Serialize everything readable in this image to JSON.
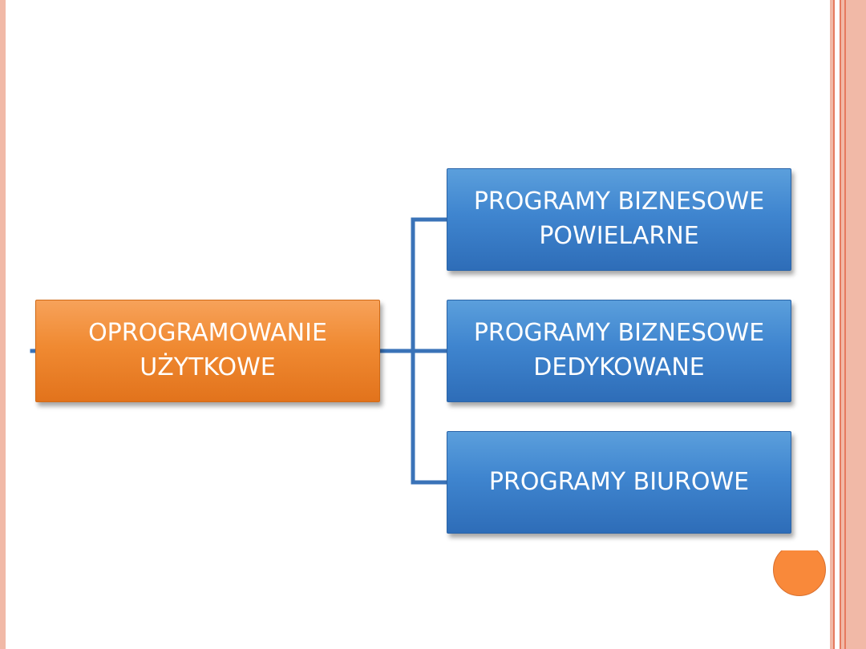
{
  "diagram": {
    "root": {
      "label": "OPROGRAMOWANIE\nUŻYTKOWE"
    },
    "children": [
      {
        "label": "PROGRAMY BIZNESOWE\nPOWIELARNE"
      },
      {
        "label": "PROGRAMY BIZNESOWE\nDEDYKOWANE"
      },
      {
        "label": "PROGRAMY BIUROWE"
      }
    ]
  },
  "colors": {
    "frame": "#f1b9a7",
    "frame_line": "#e67a5f",
    "root_box": "#f08a32",
    "child_box": "#3f85cf",
    "connector": "#3a73b8",
    "accent_dot": "#f9893a"
  }
}
